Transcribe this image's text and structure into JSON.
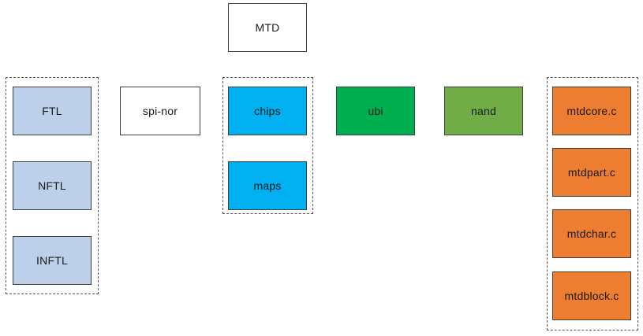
{
  "nodes": {
    "mtd": {
      "label": "MTD",
      "color": "#ffffff"
    },
    "ftl": {
      "label": "FTL",
      "color": "#bdd0ea"
    },
    "nftl": {
      "label": "NFTL",
      "color": "#bdd0ea"
    },
    "inftl": {
      "label": "INFTL",
      "color": "#bdd0ea"
    },
    "spi_nor": {
      "label": "spi-nor",
      "color": "#ffffff"
    },
    "chips": {
      "label": "chips",
      "color": "#00b0f0"
    },
    "maps": {
      "label": "maps",
      "color": "#00b0f0"
    },
    "ubi": {
      "label": "ubi",
      "color": "#00b050"
    },
    "nand": {
      "label": "nand",
      "color": "#70ad47"
    },
    "mtdcore": {
      "label": "mtdcore.c",
      "color": "#ed7d31"
    },
    "mtdpart": {
      "label": "mtdpart.c",
      "color": "#ed7d31"
    },
    "mtdchar": {
      "label": "mtdchar.c",
      "color": "#ed7d31"
    },
    "mtdblock": {
      "label": "mtdblock.c",
      "color": "#ed7d31"
    }
  }
}
